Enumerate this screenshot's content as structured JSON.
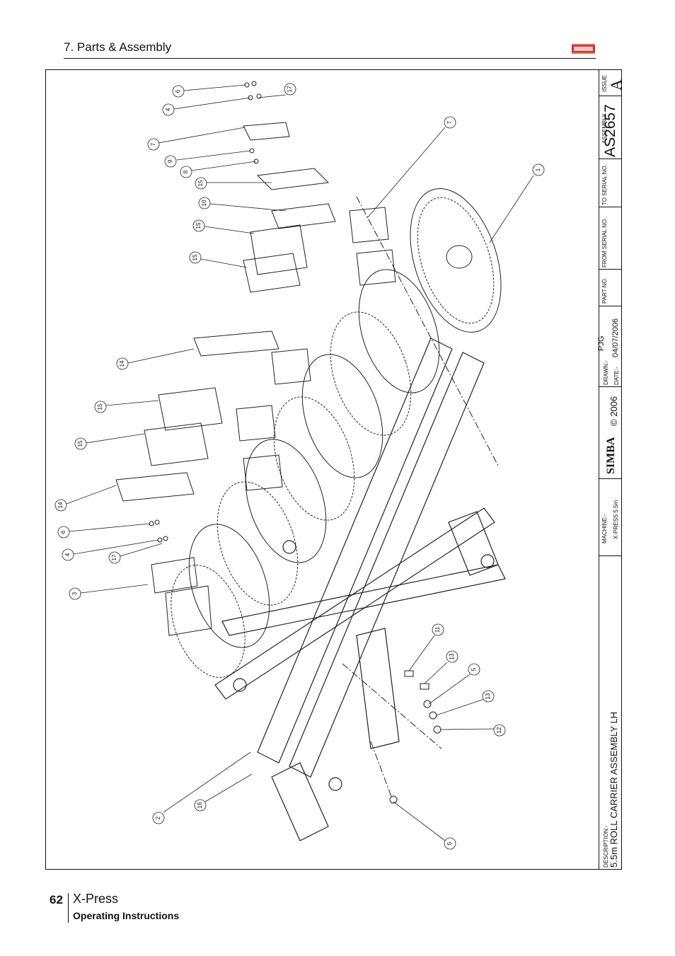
{
  "header": {
    "section_title": "7. Parts & Assembly",
    "logo_text": "SIMBA"
  },
  "title_block": {
    "issue_label": "ISSUE",
    "issue": "A",
    "assembly_label": "ASSEMBLY",
    "assembly_no": "AS2657",
    "to_serial_label": "TO SERIAL NO.",
    "from_serial_label": "FROM SERIAL NO.",
    "part_no_label": "PART NO.",
    "drawn_label": "DRAWN:-",
    "drawn_by": "PJG",
    "date_label": "DATE:-",
    "date": "04/07/2006",
    "copyright": "© 2006",
    "brand": "SIMBA",
    "machine_label": "MACHINE:-",
    "machine": "X-PRESS 5.5m",
    "description_label": "DESCRIPTION:-",
    "description": "5.5m ROLL CARRIER ASSEMBLY LH"
  },
  "callouts": [
    "6",
    "4",
    "17",
    "7",
    "9",
    "8",
    "15",
    "10",
    "15",
    "15",
    "7",
    "1",
    "14",
    "15",
    "15",
    "14",
    "6",
    "4",
    "17",
    "3",
    "11",
    "13",
    "5",
    "13",
    "12",
    "2",
    "16",
    "5"
  ],
  "footer": {
    "page_number": "62",
    "product": "X-Press",
    "subtitle": "Operating Instructions"
  }
}
